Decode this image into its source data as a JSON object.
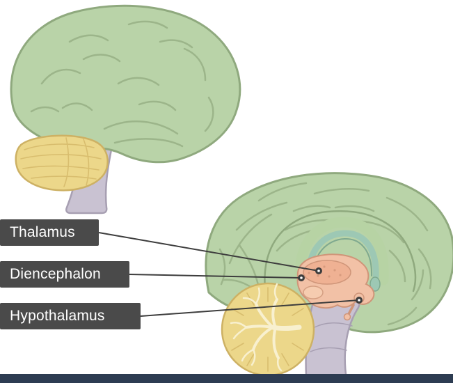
{
  "labels": {
    "thalamus": "Thalamus",
    "diencephalon": "Diencephalon",
    "hypothalamus": "Hypothalamus"
  },
  "colors": {
    "background": "#ffffff",
    "cerebrum_green": "#b9d3a8",
    "cerebrum_outline": "#8fa97e",
    "sulci_green": "#9cb58a",
    "cerebellum_yellow": "#ecd78a",
    "cerebellum_outline": "#cdb164",
    "brainstem_gray": "#c9c2d2",
    "brainstem_outline": "#a79fb2",
    "diencephalon_pink": "#f2c1a6",
    "diencephalon_outline": "#cf9579",
    "corpus_callosum_band": "#b7d3a4",
    "fornix_teal": "#9dc8b4",
    "label_box_bg": "#4a4a4a",
    "label_text": "#ffffff",
    "leader_line": "#3d3d3d",
    "bottom_bar": "#2d3c52"
  }
}
